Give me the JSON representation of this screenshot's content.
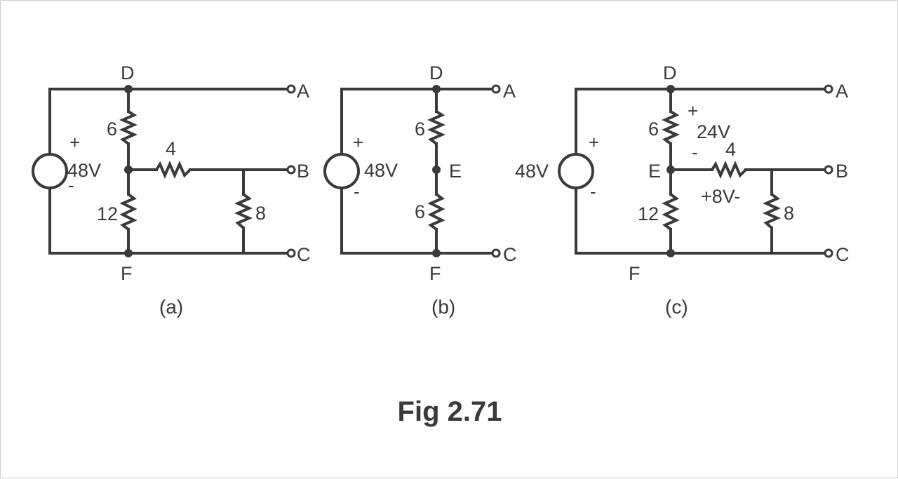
{
  "figure_title": "Fig 2.71",
  "panels": [
    {
      "caption": "(a)",
      "source": {
        "value": "48V",
        "plus": "+",
        "minus": "-"
      },
      "nodes": {
        "top": "D",
        "bottom": "F"
      },
      "terminals": {
        "a": "A",
        "b": "B",
        "c": "C"
      },
      "resistors": {
        "upper": "6",
        "lower": "12",
        "series": "4",
        "shunt": "8"
      }
    },
    {
      "caption": "(b)",
      "source": {
        "value": "48V",
        "plus": "+",
        "minus": "-"
      },
      "nodes": {
        "top": "D",
        "middle": "E",
        "bottom": "F"
      },
      "terminals": {
        "a": "A",
        "c": "C"
      },
      "resistors": {
        "upper": "6",
        "lower": "6"
      }
    },
    {
      "caption": "(c)",
      "source": {
        "value": "48V",
        "plus": "+",
        "minus": "-"
      },
      "nodes": {
        "top": "D",
        "middle": "E",
        "bottom": "F"
      },
      "terminals": {
        "a": "A",
        "b": "B",
        "c": "C"
      },
      "resistors": {
        "upper": "6",
        "lower": "12",
        "series": "4",
        "shunt": "8"
      },
      "voltages": {
        "upper_drop": "24V",
        "upper_plus": "+",
        "upper_minus": "-",
        "series_drop": "+8V-"
      }
    }
  ]
}
